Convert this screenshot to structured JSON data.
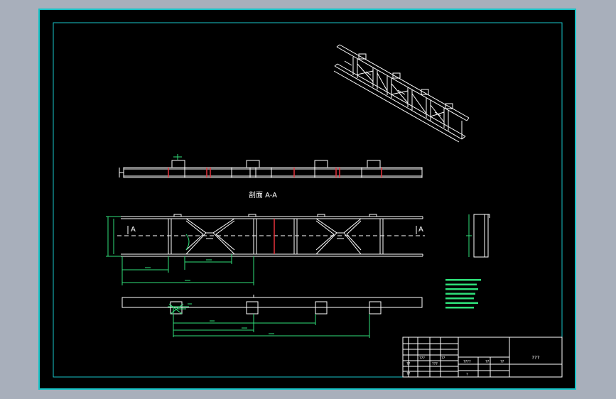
{
  "app": {
    "background_color": "#a8afbb",
    "sheet_color": "#000000",
    "border_color": "#17c3c7",
    "line_color": "#ffffff",
    "dimension_color": "#2fe07a",
    "note_color": "#2fe07a",
    "title_color": "#ffffff",
    "section_line_color": "#e8323c",
    "notes_lines": 7
  },
  "drawing": {
    "section_title": "剖面 A-A",
    "section_mark_left": "A",
    "section_mark_right": "A"
  },
  "title_block": {
    "drawing_name": "???",
    "cells": [
      "???",
      "??",
      "????",
      "??",
      "??",
      "??",
      "???",
      "??",
      "?"
    ]
  }
}
